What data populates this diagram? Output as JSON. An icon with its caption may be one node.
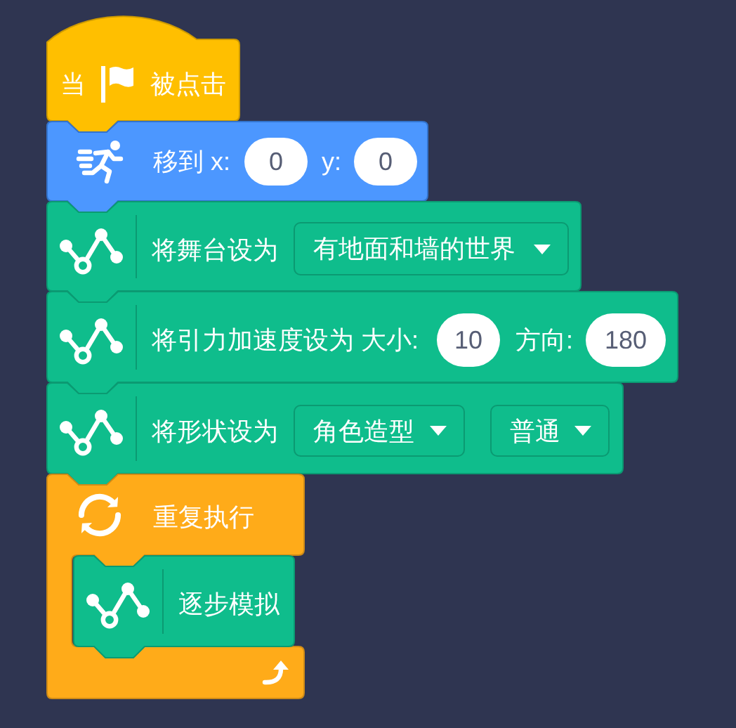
{
  "diagram": {
    "nodes": [
      {
        "text": [
          "当",
          "被点击"
        ]
      },
      {
        "text": [
          "移到 x:",
          "y:"
        ]
      },
      {
        "text": [
          "0"
        ],
        "in": 1
      },
      {
        "text": [
          "0"
        ],
        "in": 1
      },
      {
        "text": [
          "将舞台设为"
        ]
      },
      {
        "text": [
          "有地面和墙的世界"
        ],
        "in": 4
      },
      {
        "text": [
          "将引力加速度设为 大小:",
          "方向:"
        ]
      },
      {
        "text": [
          "10"
        ],
        "in": 6
      },
      {
        "text": [
          "180"
        ],
        "in": 6
      },
      {
        "text": [
          "将形状设为"
        ]
      },
      {
        "text": [
          "角色造型"
        ],
        "in": 9
      },
      {
        "text": [
          "普通"
        ],
        "in": 9
      },
      {
        "text": [
          "重复执行"
        ]
      },
      {
        "text": [
          "逐步模拟"
        ],
        "in": 12
      }
    ]
  }
}
